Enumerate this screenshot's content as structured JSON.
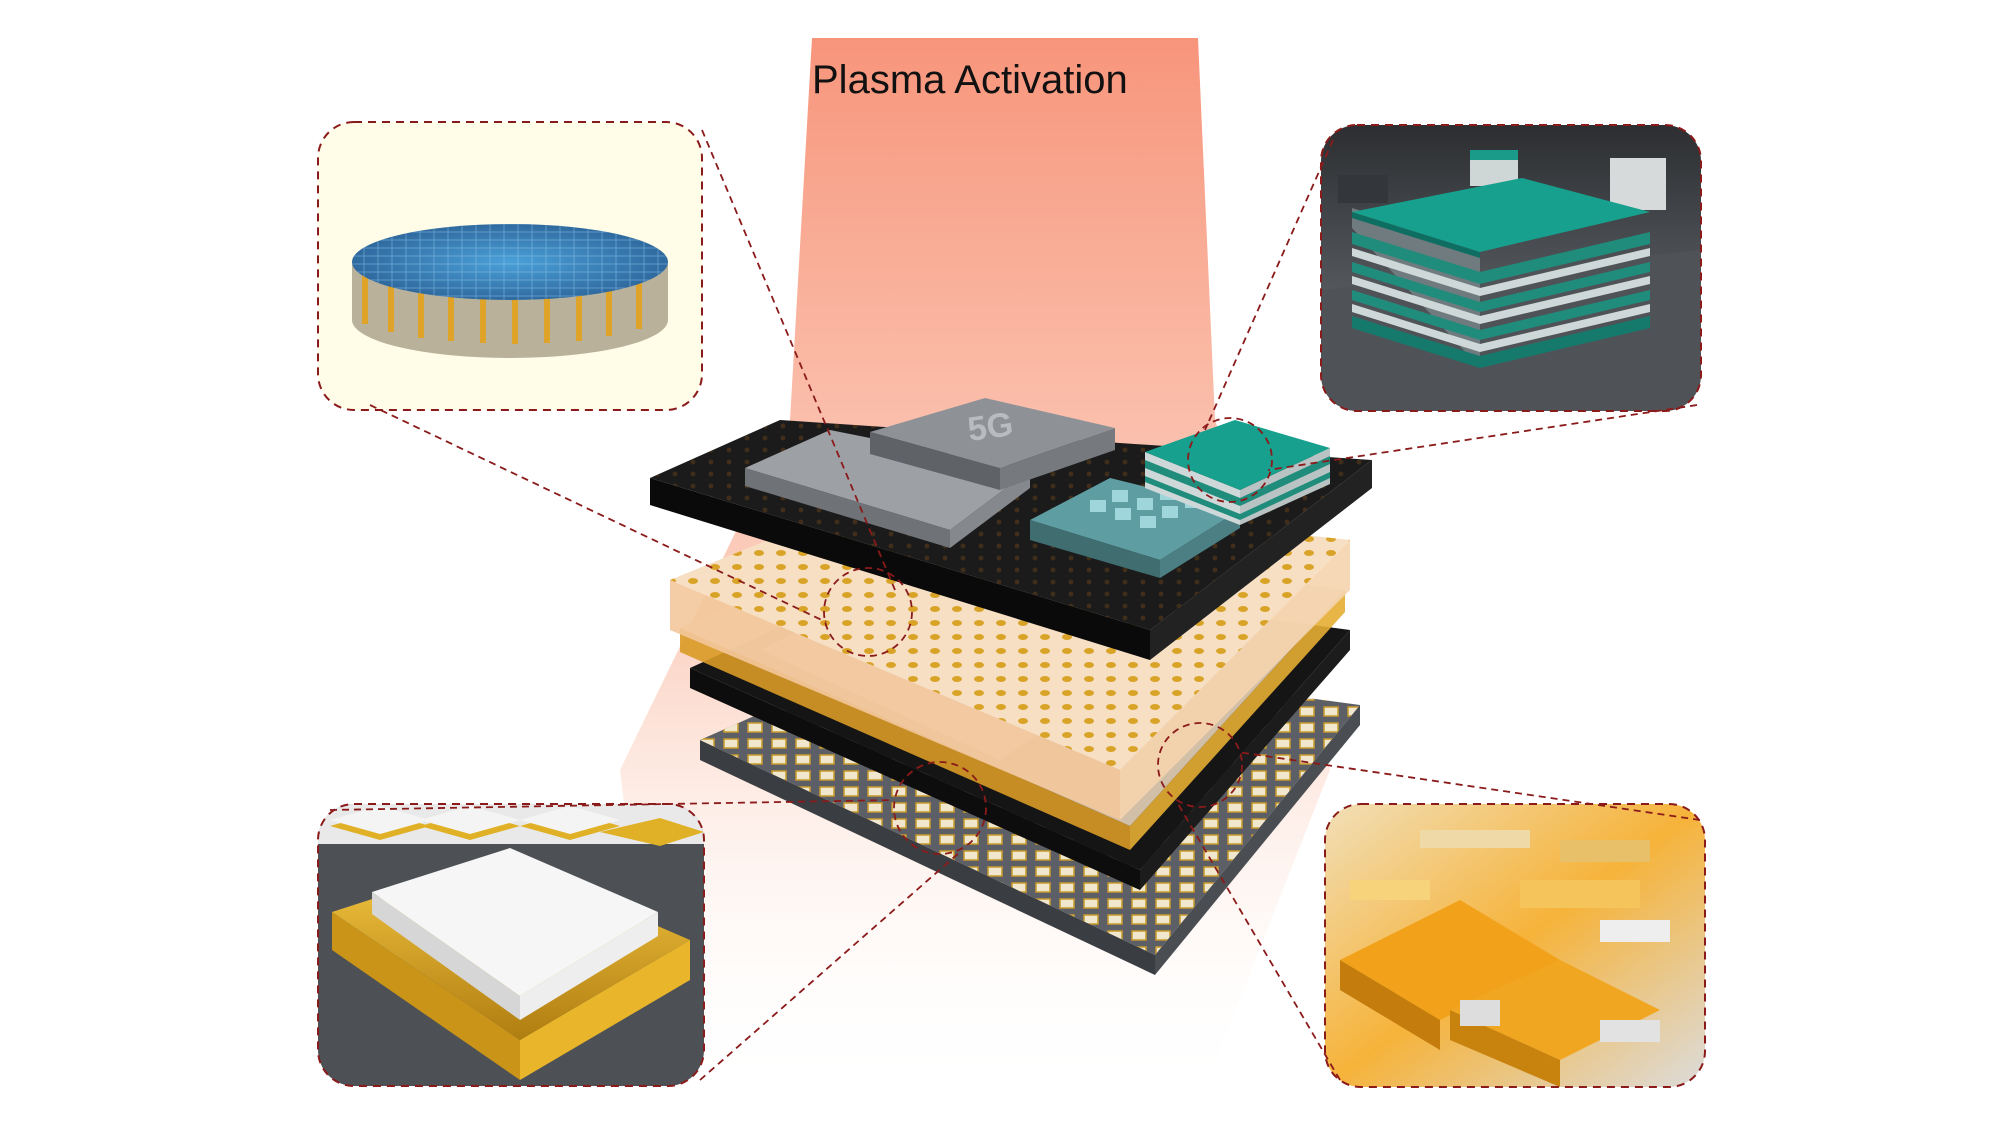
{
  "title": "Plasma Activation",
  "chip_label": "5G",
  "colors": {
    "plasma_top": "#f7957b",
    "plasma_bottom": "#ffffff",
    "callout_line": "#8b1a1a",
    "gold": "#e2a82a",
    "teal": "#14907f",
    "wafer_blue": "#3b7fc0",
    "panel_top_left_bg": "#fffde8",
    "substrate_black": "#111111",
    "substrate_grey": "#5c6066"
  },
  "callouts": [
    {
      "name": "wafer-callout",
      "content": "wafer-with-through-vias"
    },
    {
      "name": "chip-stack-callout",
      "content": "multilayer-teal-chip-stack"
    },
    {
      "name": "bonding-pad-callout",
      "content": "gold-pad-with-white-coating"
    },
    {
      "name": "interconnect-callout",
      "content": "gold-interconnect-lattice"
    }
  ]
}
